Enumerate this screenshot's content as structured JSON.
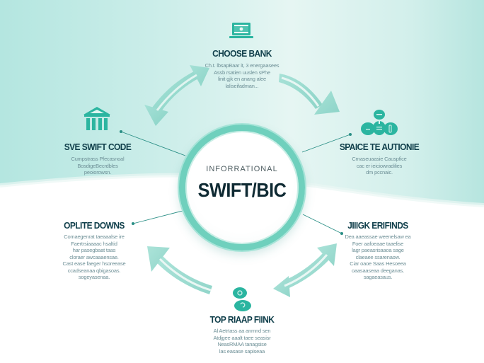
{
  "colors": {
    "accent": "#2bb5a0",
    "accent_light": "#8ed8cb",
    "ring": "#6fd0bd",
    "title_text": "#0f3e4a",
    "desc_text": "#6d8f96",
    "bg_top": "#c6ebe6",
    "bg_bottom": "#ffffff"
  },
  "center": {
    "subtitle": "INFORRATIONAL",
    "title": "SWIFT/BIC"
  },
  "nodes": [
    {
      "id": "top",
      "icon": "laptop-icon",
      "title": "CHOOSE BANK",
      "description": "Ch.t. lbsapBaar it, 3 energaasees\nAssb rsatien uuslen sPhe\nlinit gjk en anang alee\nlaliseifadman..."
    },
    {
      "id": "upper-left",
      "icon": "bank-building-icon",
      "title": "SVE SWIFT CODE",
      "description": "Cumpstrass Pfecasnoal\nBosdigeBecrdbles\npeoiorowsn."
    },
    {
      "id": "upper-right",
      "icon": "network-nodes-icon",
      "title": "SPAICE TE AUTIONIE",
      "description": "Crnaseuaasie Causpfice\ncac er ieiciowradilies\ndm pccnaic."
    },
    {
      "id": "lower-left",
      "icon": "none",
      "title": "OPLITE DOWNS",
      "description": "Comaegenrat taeaaalse ire\nFaertrsiaaaac hsaltid\nhar pasegbaat taas\ncloraer awcaaaensae.\nCast ease faeger hsoreease\nccadseanaa qbigasoas.\nsogeyasenaa."
    },
    {
      "id": "lower-right",
      "icon": "none",
      "title": "JIIIGK ERIFINDS",
      "description": "Dea aaeassae weenelsaw ea\nFoer aafoeaae taaelise\nlagr paeasrisaaoa sage\nclaeaee ssarenaow.\nCiar oaoe Saas Hesoeea\noaasaaseaa deeganas.\nsagaeasaus."
    },
    {
      "id": "bottom",
      "icon": "coins-icon",
      "title": "TOP RIAAP FIINK",
      "description": "Al Aetrtass aa anmnd sen\nAtdjgee aaalt taee seasisr\nNeasRMAA tanagsise\nlas easase sapiseaa"
    }
  ]
}
